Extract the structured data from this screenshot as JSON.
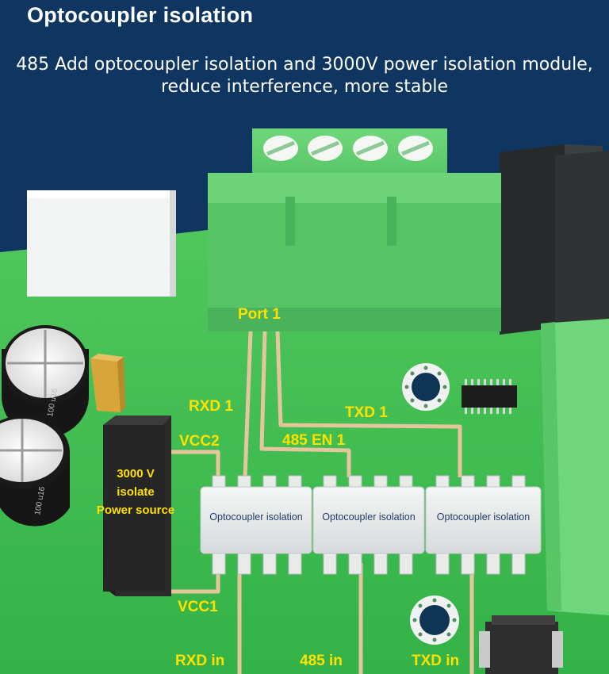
{
  "header": {
    "title": "Optocoupler isolation",
    "subtitle_line1": "485 Add optocoupler isolation and 3000V power isolation module,",
    "subtitle_line2": "reduce interference, more stable"
  },
  "labels": {
    "port": "Port 1",
    "rxd1": "RXD 1",
    "txd1": "TXD 1",
    "en1": "485 EN 1",
    "vcc2": "VCC2",
    "vcc1": "VCC1",
    "rxd_in": "RXD in",
    "en_in": "485 in",
    "txd_in": "TXD in"
  },
  "power_module": {
    "line1": "3000 V",
    "line2": "isolate",
    "line3": "Power source"
  },
  "chips": [
    {
      "label": "Optocoupler isolation"
    },
    {
      "label": "Optocoupler isolation"
    },
    {
      "label": "Optocoupler isolation"
    }
  ],
  "capacitor_marking": "100 u16",
  "colors": {
    "background": "#0f3660",
    "pcb": "#3fbe50",
    "trace": "#e6c59c",
    "label": "#ffe100",
    "terminal": "#5cc96a"
  }
}
